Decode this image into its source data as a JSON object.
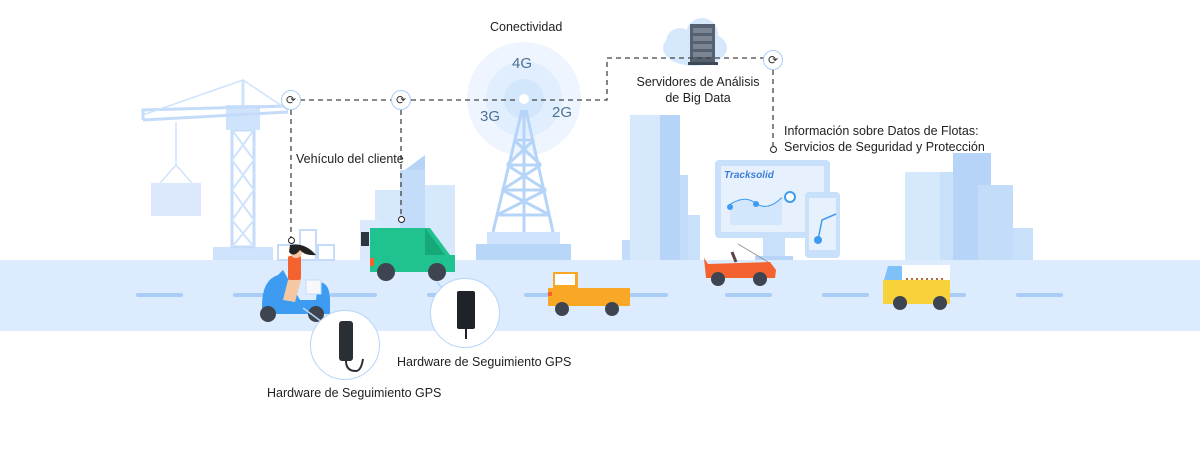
{
  "title": "Conectividad",
  "network": {
    "generations": [
      "4G",
      "3G",
      "2G"
    ]
  },
  "nodes": {
    "servers": {
      "line1": "Servidores de Análisis",
      "line2": "de Big Data"
    },
    "fleet_info": {
      "line1": "Información sobre Datos de Flotas:",
      "line2": "Servicios de Seguridad y Protección"
    },
    "client_vehicle": "Vehículo del cliente",
    "hardware_1": "Hardware de Seguimiento GPS",
    "hardware_2": "Hardware de Seguimiento GPS"
  },
  "platform": {
    "brand": "Tracksolid"
  },
  "icons": {
    "sync": "sync-icon",
    "server": "server-rack-icon",
    "cloud": "cloud-icon"
  },
  "colors": {
    "road": "#dcebfd",
    "road_dash": "#a9cdf5",
    "building_light": "#d6e8fc",
    "building_mid": "#b5d4f8",
    "van": "#20c28f",
    "pickup": "#f9a826",
    "convertible": "#f4622f",
    "truck": "#f7d23b",
    "scooter": "#3d9cf2",
    "dashed_line": "#444444"
  }
}
